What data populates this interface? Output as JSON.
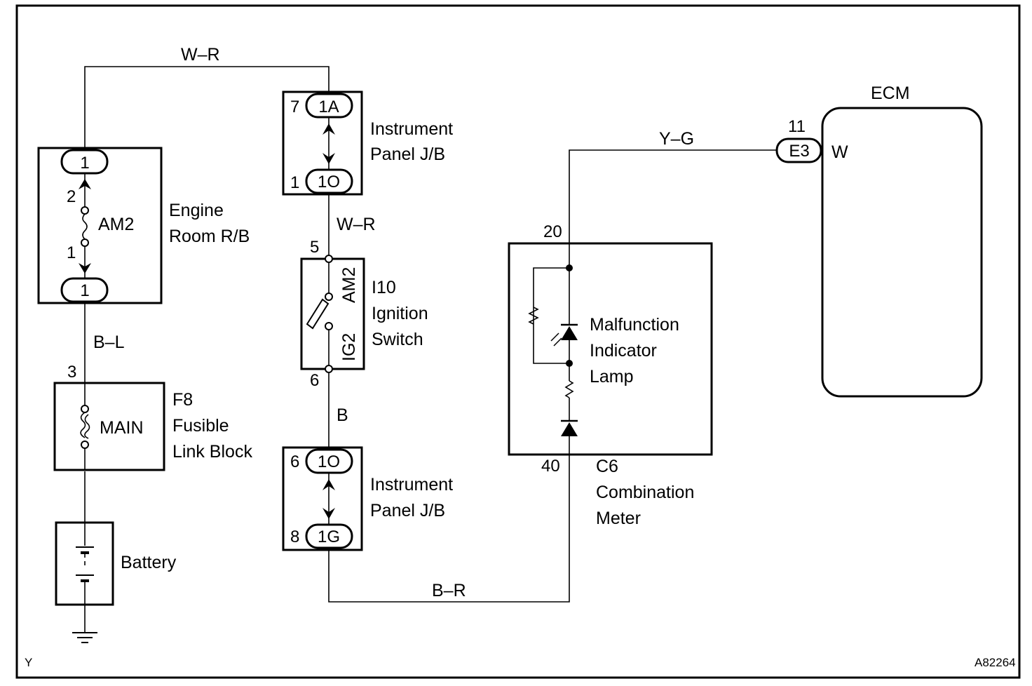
{
  "corner_left": "Y",
  "figure_code": "A82264",
  "wires": {
    "top_wr": "W–R",
    "mid_wr": "W–R",
    "bl": "B–L",
    "b": "B",
    "br": "B–R",
    "yg": "Y–G"
  },
  "engine_room_rb": {
    "name_line1": "Engine",
    "name_line2": "Room R/B",
    "top_connector": "1",
    "bottom_connector": "1",
    "fuse": "AM2",
    "pin_top": "2",
    "pin_bottom": "1"
  },
  "fusible_link": {
    "code": "F8",
    "name_line1": "Fusible",
    "name_line2": "Link Block",
    "fuse": "MAIN",
    "pin": "3"
  },
  "battery": {
    "name": "Battery"
  },
  "ip_jb_upper": {
    "name_line1": "Instrument",
    "name_line2": "Panel J/B",
    "conn_top": "1A",
    "pin_top": "7",
    "conn_bottom": "1O",
    "pin_bottom": "1"
  },
  "ignition_switch": {
    "code": "I10",
    "name_line1": "Ignition",
    "name_line2": "Switch",
    "term_top": "AM2",
    "term_bottom": "IG2",
    "pin_top": "5",
    "pin_bottom": "6"
  },
  "ip_jb_lower": {
    "name_line1": "Instrument",
    "name_line2": "Panel J/B",
    "conn_top": "1O",
    "pin_top": "6",
    "conn_bottom": "1G",
    "pin_bottom": "8"
  },
  "combination_meter": {
    "code": "C6",
    "name_line1": "Combination",
    "name_line2": "Meter",
    "pin_top": "20",
    "pin_bottom": "40",
    "lamp_line1": "Malfunction",
    "lamp_line2": "Indicator",
    "lamp_line3": "Lamp"
  },
  "ecm": {
    "name": "ECM",
    "connector": "E3",
    "pin": "11",
    "terminal": "W"
  }
}
